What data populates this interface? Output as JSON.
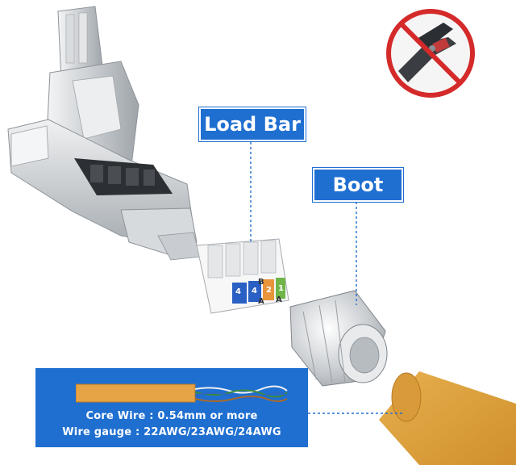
{
  "labels": {
    "load_bar": "Load Bar",
    "boot": "Boot"
  },
  "load_bar_contacts": [
    "4",
    "4",
    "B",
    "2",
    "1"
  ],
  "load_bar_contacts_bottom": [
    "A",
    "A"
  ],
  "spec": {
    "core_wire": "Core Wire : 0.54mm or more",
    "wire_gauge": "Wire gauge : 22AWG/23AWG/24AWG"
  },
  "colors": {
    "label_blue": "#1f6fd1",
    "cable_orange": "#e3a23c",
    "prohibited_red": "#d42a2a",
    "connector_silver": "#c8ccd0"
  },
  "icons": [
    "no-crimp-tool-icon"
  ]
}
